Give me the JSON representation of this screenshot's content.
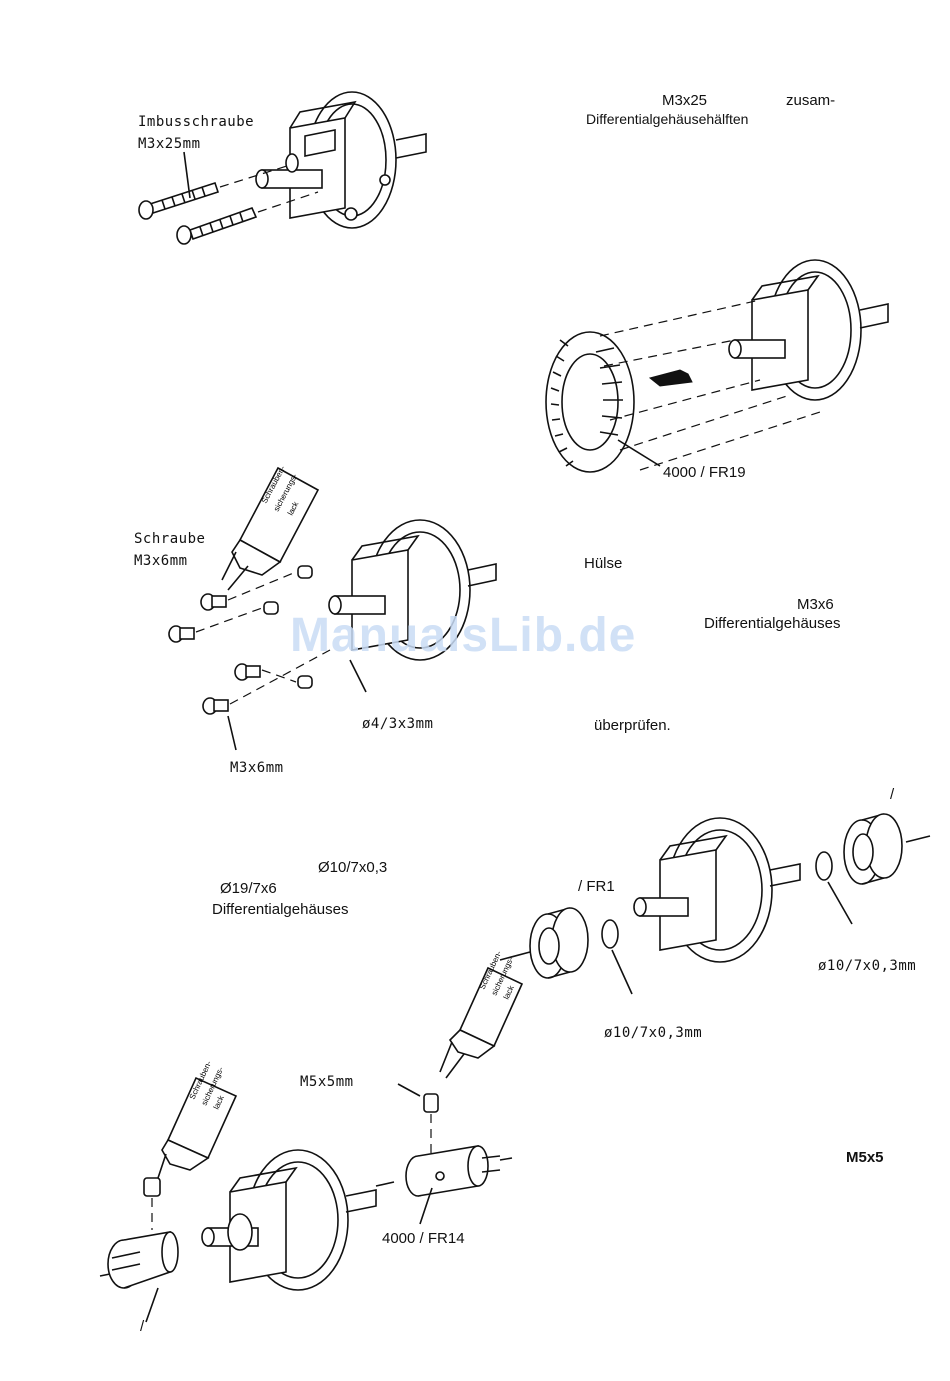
{
  "labels": {
    "imbusschraube": "Imbusschraube",
    "m3x25mm": "M3x25mm",
    "m3x25": "M3x25",
    "zusam": "zusam-",
    "differentialgehaeusehaelften": "Differentialgehäusehälften",
    "fr19": "4000 / FR19",
    "schraube": "Schraube",
    "m3x6mm_top": "M3x6mm",
    "huelse": "Hülse",
    "m3x6": "M3x6",
    "differentialgehaeuses_1": "Differentialgehäuses",
    "d4_3x3mm": "ø4/3x3mm",
    "ueberpruefen": "überprüfen.",
    "m3x6mm_bottom": "M3x6mm",
    "slash_top_right": "/",
    "d10_7x0_3": "Ø10/7x0,3",
    "d19_7x6": "Ø19/7x6",
    "differentialgehaeuses_2": "Differentialgehäuses",
    "fr1": "/ FR1",
    "d10_7x0_3mm_right": "ø10/7x0,3mm",
    "d10_7x0_3mm_center": "ø10/7x0,3mm",
    "m5x5mm": "M5x5mm",
    "m5x5": "M5x5",
    "fr14": "4000 / FR14",
    "slash_bottom_left": "/"
  },
  "tube_text": {
    "line1": "Schrauben-",
    "line2": "sicherungs-",
    "line3": "lack"
  },
  "watermark": "ManualsLib.de"
}
